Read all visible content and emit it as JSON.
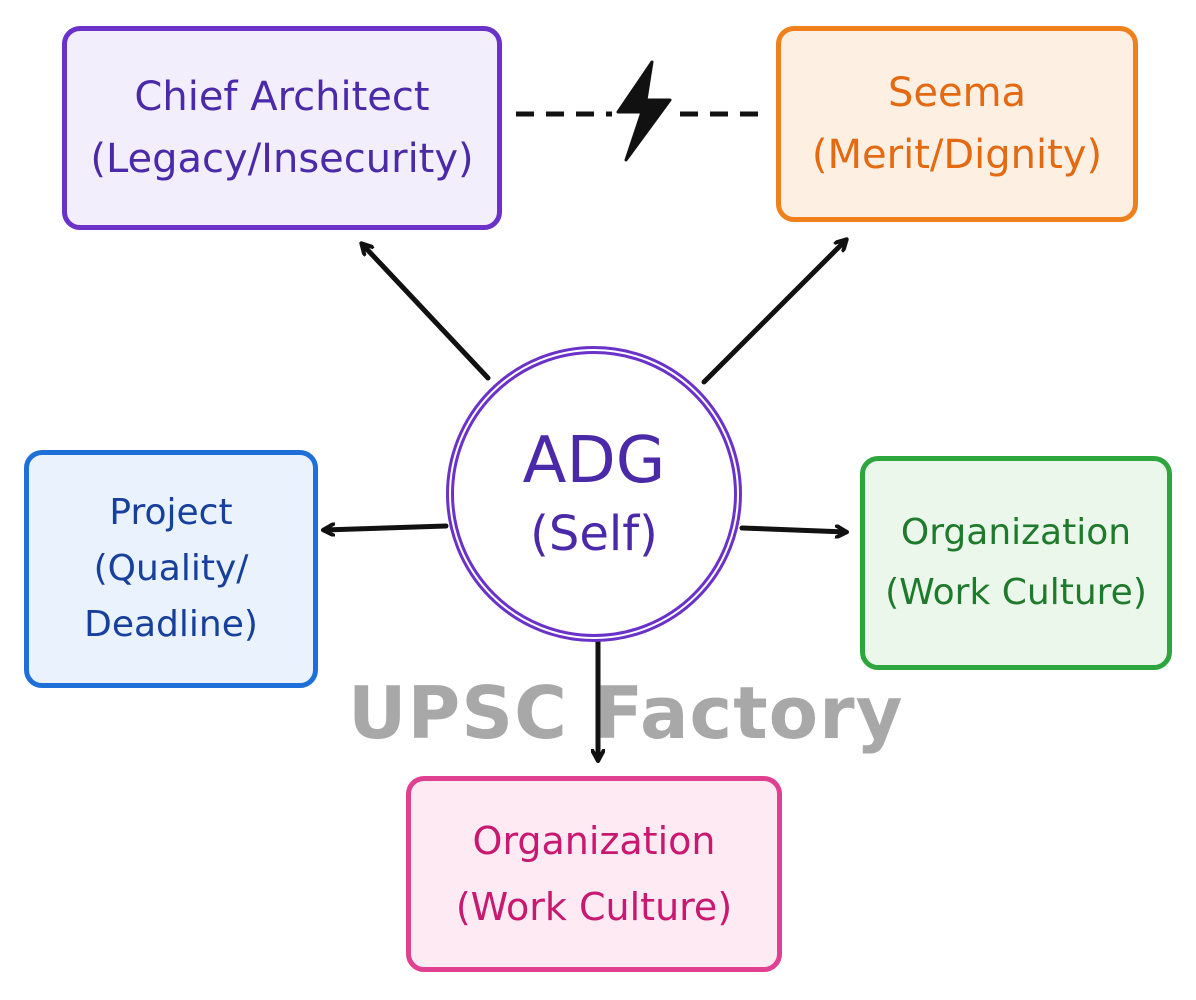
{
  "center": {
    "title": "ADG",
    "subtitle": "(Self)"
  },
  "nodes": {
    "chief_architect": {
      "title": "Chief Architect",
      "subtitle": "(Legacy/Insecurity)",
      "border_color": "#6a32c9"
    },
    "seema": {
      "title": "Seema",
      "subtitle": "(Merit/Dignity)",
      "border_color": "#f0801c"
    },
    "project": {
      "line1": "Project",
      "line2": "(Quality/",
      "line3": "Deadline)",
      "border_color": "#1f6fd8"
    },
    "organization_right": {
      "title": "Organization",
      "subtitle": "(Work Culture)",
      "border_color": "#2ea63e"
    },
    "organization_bottom": {
      "title": "Organization",
      "subtitle": "(Work Culture)",
      "border_color": "#e0408f"
    }
  },
  "conflict": {
    "icon": "lightning-bolt-icon",
    "style": "dashed"
  },
  "watermark": {
    "text": "UPSC Factory"
  }
}
